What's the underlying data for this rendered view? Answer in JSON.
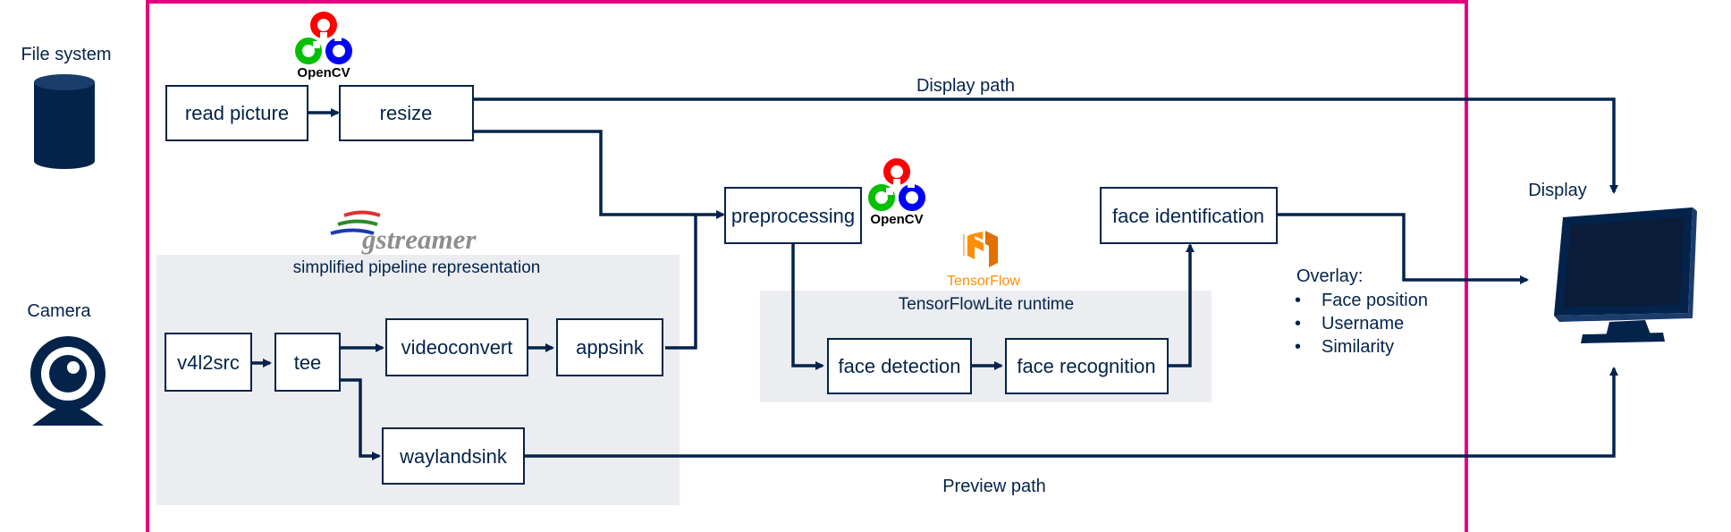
{
  "left": {
    "file_system": "File system",
    "camera": "Camera"
  },
  "logos": {
    "opencv": "OpenCV",
    "gstreamer": "gstreamer",
    "tensorflow": "TensorFlow"
  },
  "regions": {
    "gstreamer_caption": "simplified pipeline representation",
    "tflite_caption": "TensorFlowLite runtime"
  },
  "boxes": {
    "read_picture": "read picture",
    "resize": "resize",
    "preprocessing": "preprocessing",
    "face_identification": "face identification",
    "v4l2src": "v4l2src",
    "tee": "tee",
    "videoconvert": "videoconvert",
    "appsink": "appsink",
    "waylandsink": "waylandsink",
    "face_detection": "face detection",
    "face_recognition": "face recognition"
  },
  "paths": {
    "display_path": "Display path",
    "preview_path": "Preview path"
  },
  "display": {
    "label": "Display"
  },
  "overlay": {
    "title": "Overlay:",
    "items": [
      "Face position",
      "Username",
      "Similarity"
    ]
  },
  "colors": {
    "navy": "#03234b",
    "frame": "#e6007e",
    "region_fill": "#ebedf1",
    "opencv_red": "#ff0000",
    "opencv_green": "#00c000",
    "opencv_blue": "#0000ff",
    "tensorflow_orange": "#ff8f00"
  }
}
